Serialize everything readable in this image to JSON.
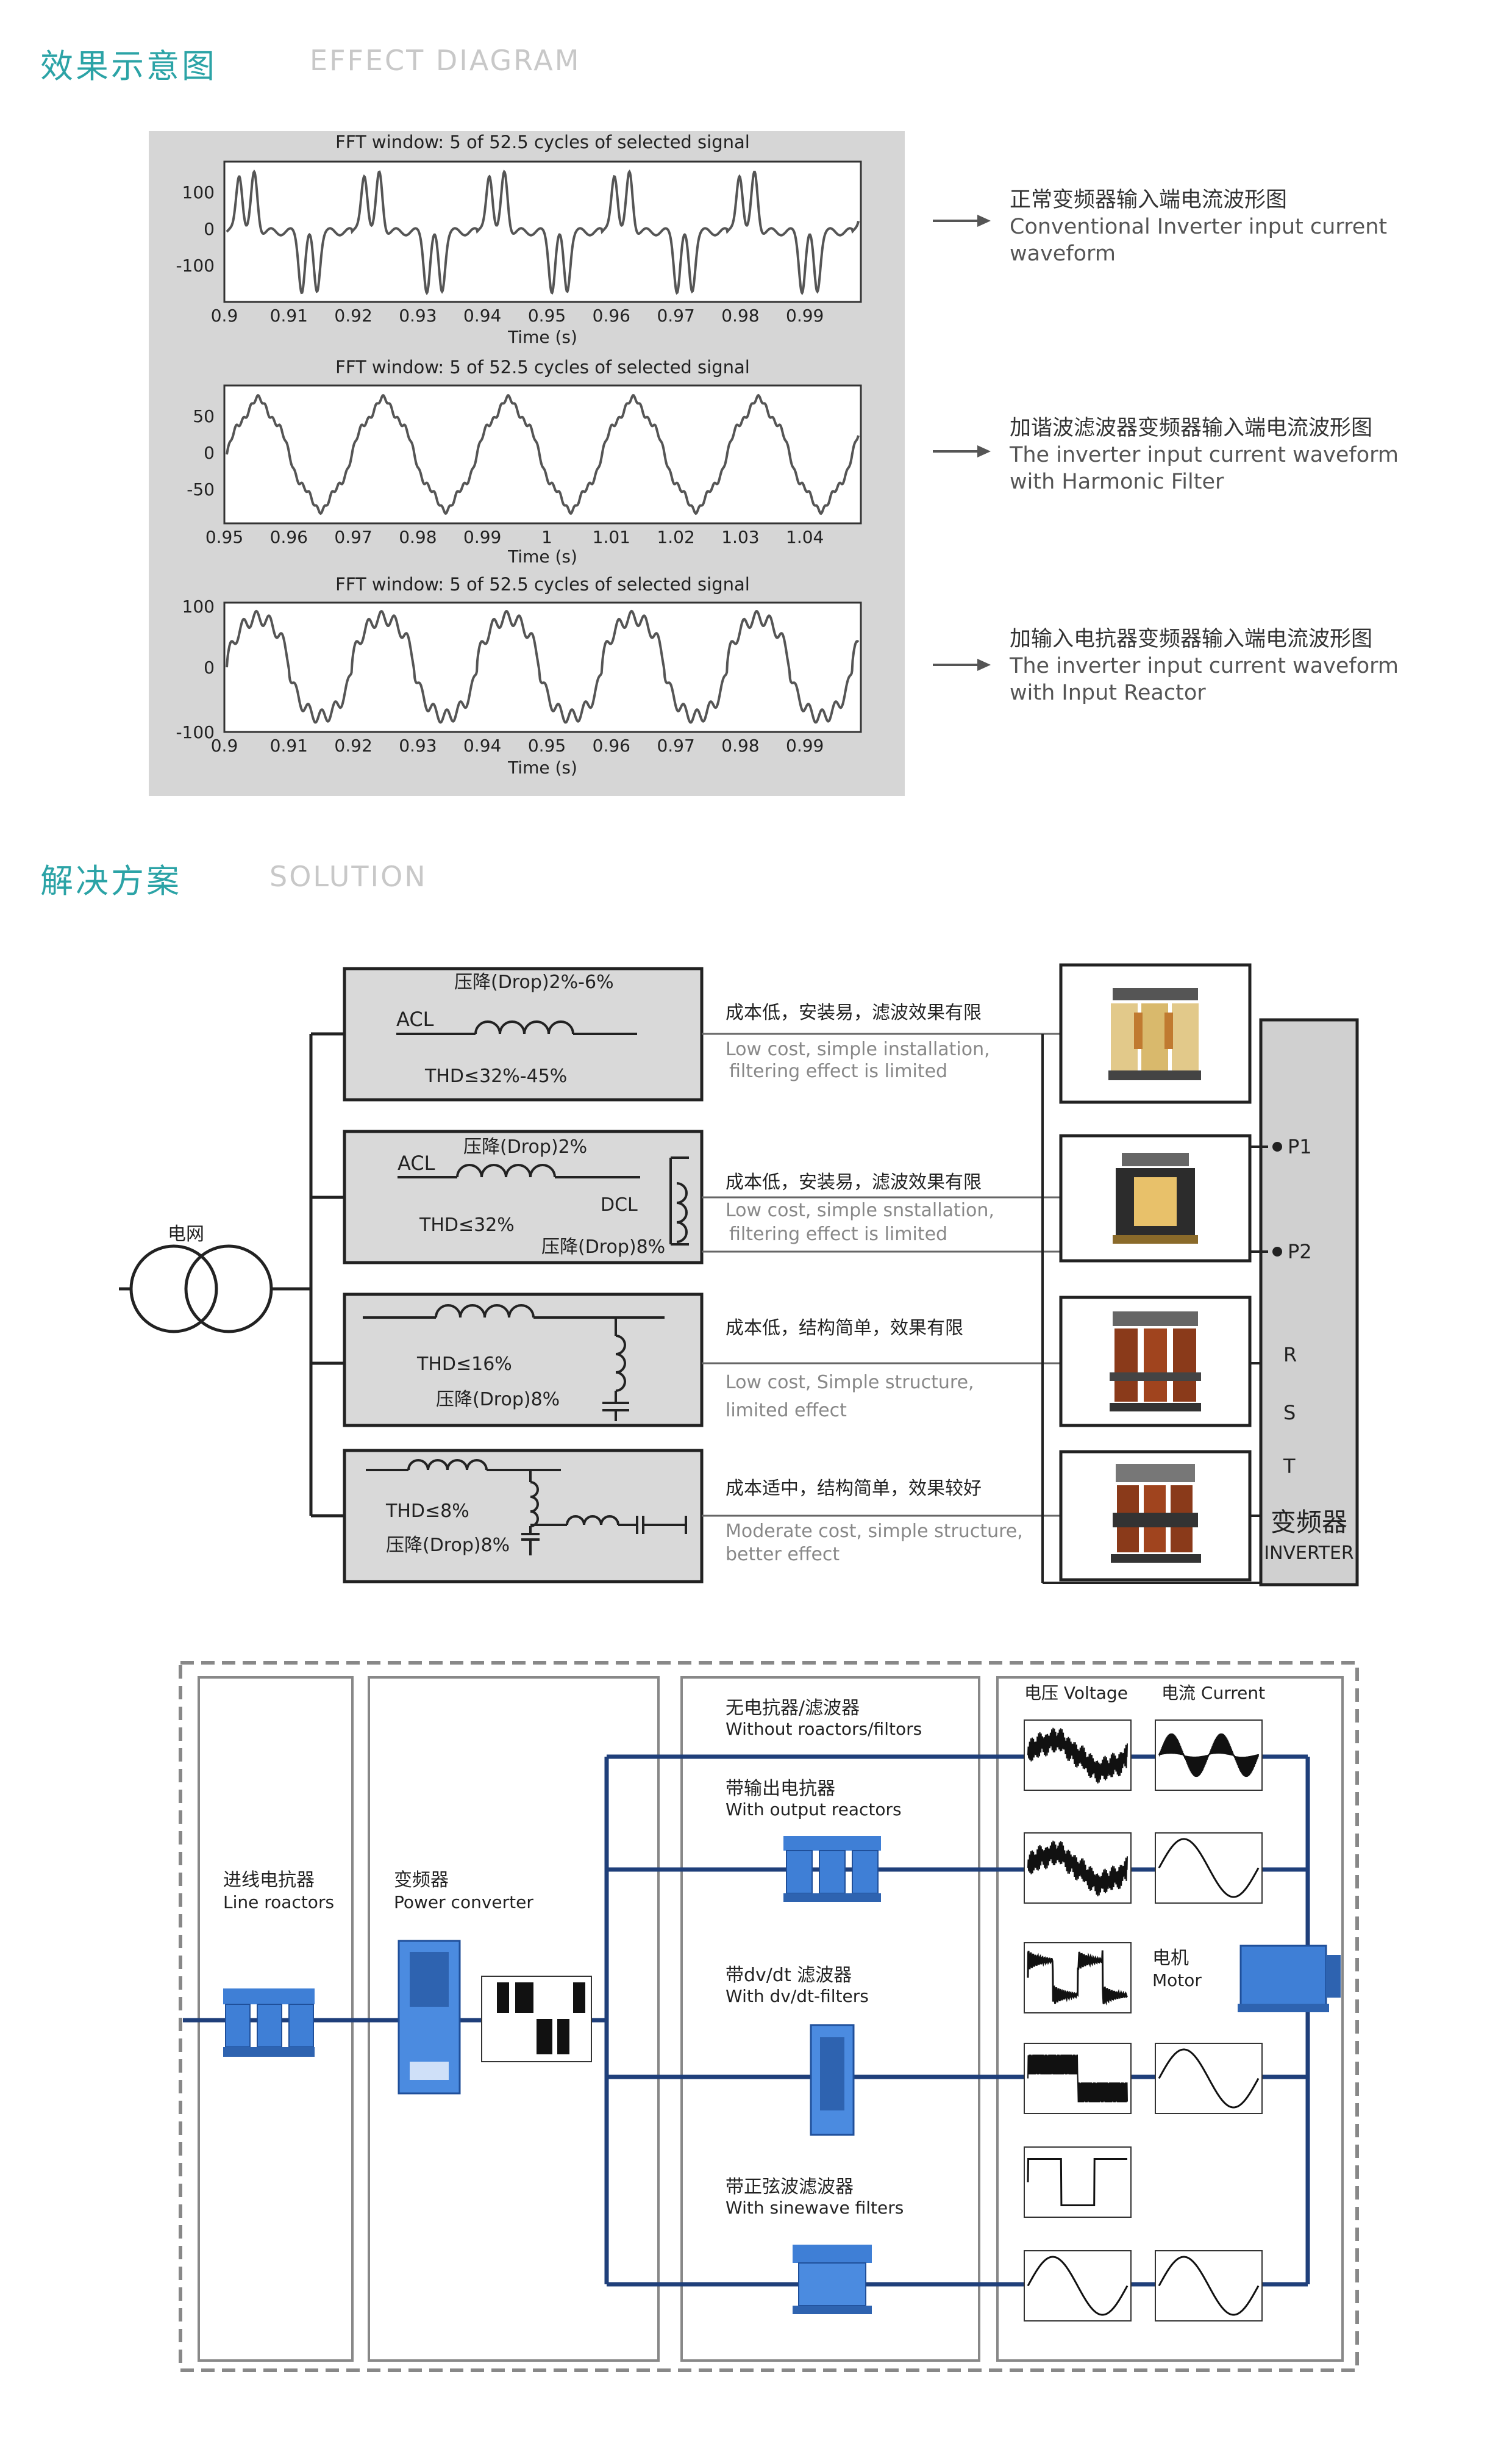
{
  "effect_section": {
    "title_cn": "效果示意图",
    "title_en": "EFFECT DIAGRAM"
  },
  "waveforms": [
    {
      "title": "FFT window: 5 of 52.5 cycles of selected signal",
      "yticks": [
        "100",
        "0",
        "-100"
      ],
      "xticks": [
        "0.9",
        "0.91",
        "0.92",
        "0.93",
        "0.94",
        "0.95",
        "0.96",
        "0.97",
        "0.98",
        "0.99"
      ],
      "xlabel": "Time (s)",
      "caption_cn": "正常变频器输入端电流波形图",
      "caption_en1": "Conventional Inverter input current",
      "caption_en2": "waveform"
    },
    {
      "title": "FFT window: 5 of 52.5 cycles of selected signal",
      "yticks": [
        "50",
        "0",
        "-50"
      ],
      "xticks": [
        "0.95",
        "0.96",
        "0.97",
        "0.98",
        "0.99",
        "1",
        "1.01",
        "1.02",
        "1.03",
        "1.04"
      ],
      "xlabel": "Time (s)",
      "caption_cn": "加谐波滤波器变频器输入端电流波形图",
      "caption_en1": "The  inverter input current waveform",
      "caption_en2": "with Harmonic Filter"
    },
    {
      "title": "FFT window: 5 of 52.5 cycles of selected signal",
      "yticks": [
        "100",
        "0",
        "-100"
      ],
      "xticks": [
        "0.9",
        "0.91",
        "0.92",
        "0.93",
        "0.94",
        "0.95",
        "0.96",
        "0.97",
        "0.98",
        "0.99"
      ],
      "xlabel": "Time (s)",
      "caption_cn": "加输入电抗器变频器输入端电流波形图",
      "caption_en1": "The inverter input current waveform",
      "caption_en2": "with Input Reactor"
    }
  ],
  "solution_section": {
    "title_cn": "解决方案",
    "title_en": "SOLUTION"
  },
  "grid_label": "电网",
  "options": [
    {
      "lines": [
        "压降(Drop)2%-6%",
        "ACL",
        "THD≤32%-45%"
      ],
      "desc_cn": "成本低，安装易，滤波效果有限",
      "desc_en1": "Low cost, simple installation,",
      "desc_en2": "filtering effect is limited"
    },
    {
      "lines": [
        "压降(Drop)2%",
        "ACL",
        "DCL",
        "THD≤32%",
        "压降(Drop)8%"
      ],
      "desc_cn": "成本低，安装易，滤波效果有限",
      "desc_en1": "Low cost, simple snstallation,",
      "desc_en2": "filtering effect is limited"
    },
    {
      "lines": [
        "THD≤16%",
        "压降(Drop)8%"
      ],
      "desc_cn": "成本低，结构简单，效果有限",
      "desc_en1": "Low cost, Simple structure,",
      "desc_en2": "limited effect"
    },
    {
      "lines": [
        "THD≤8%",
        "压降(Drop)8%"
      ],
      "desc_cn": "成本适中，结构简单，效果较好",
      "desc_en1": "Moderate cost, simple structure,",
      "desc_en2": "better effect"
    }
  ],
  "inverter": {
    "terminals": [
      "P1",
      "P2",
      "R",
      "S",
      "T"
    ],
    "label_cn": "变频器",
    "label_en": "INVERTER"
  },
  "system": {
    "line_reactor_cn": "进线电抗器",
    "line_reactor_en": "Line roactors",
    "converter_cn": "变频器",
    "converter_en": "Power    converter",
    "rows": [
      {
        "cn": "无电抗器/滤波器",
        "en": "Without roactors/filtors"
      },
      {
        "cn": "带输出电抗器",
        "en": "With output reactors"
      },
      {
        "cn": "带dv/dt 滤波器",
        "en": "With dv/dt-filters"
      },
      {
        "cn": "带正弦波滤波器",
        "en": "With sinewave filters"
      }
    ],
    "voltage_label": "电压 Voltage",
    "current_label": "电流 Current",
    "motor_cn": "电机",
    "motor_en": "Motor"
  },
  "colors": {
    "accent": "#2ba3a6",
    "line_blue": "#1f3f7a",
    "device_blue": "#3f7fd6"
  }
}
